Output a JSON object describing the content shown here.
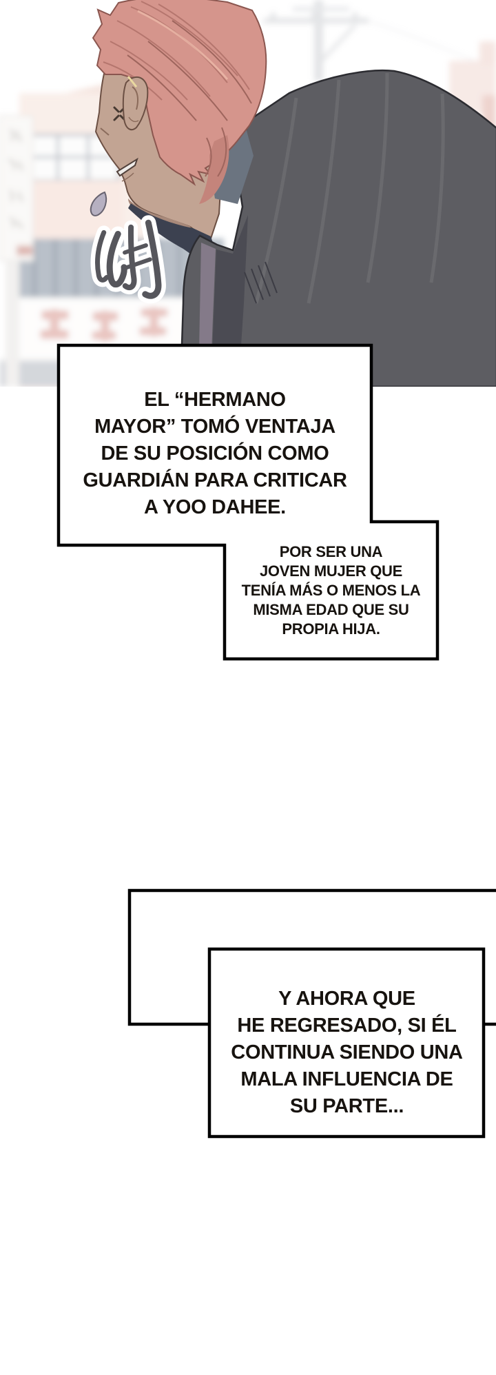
{
  "panels": {
    "panel1": {
      "caption_lines": {
        "0": "EL “HERMANO",
        "1": "MAYOR” TOMÓ VENTAJA",
        "2": "DE SU POSICIÓN COMO",
        "3": "GUARDIÁN PARA CRITICAR",
        "4": "A YOO DAHEE."
      }
    },
    "panel2": {
      "caption_lines": {
        "0": "POR SER UNA",
        "1": "JOVEN MUJER QUE",
        "2": "TENÍA MÁS O MENOS LA",
        "3": "MISMA EDAD QUE SU",
        "4": "PROPIA HIJA."
      }
    },
    "panel4": {
      "caption_lines": {
        "0": "Y AHORA QUE",
        "1": "HE REGRESADO, SI ÉL",
        "2": "CONTINUA SIENDO UNA",
        "3": "MALA INFLUENCIA DE",
        "4": "SU PARTE..."
      }
    }
  },
  "scene": {
    "sfx_name": "tsk-brush-calligraphy",
    "colors": {
      "hair": "#d5958c",
      "hair_dark": "#c4847b",
      "skin": "#c2a493",
      "jacket": "#5d5d62",
      "jacket_front": "#4b4b53",
      "lapel": "#847a89",
      "collar_light": "#6b7480",
      "collar_navy": "#3c4150",
      "sweat_drop": "#b6b0c1",
      "sfx_ink": "#56565c",
      "sign_red": "#d8958d",
      "storefront": "#8b97a6",
      "building_pink": "#f6ddd3",
      "panel_border": "#000000",
      "caption_text": "#17130f",
      "page_bg": "#ffffff"
    }
  }
}
